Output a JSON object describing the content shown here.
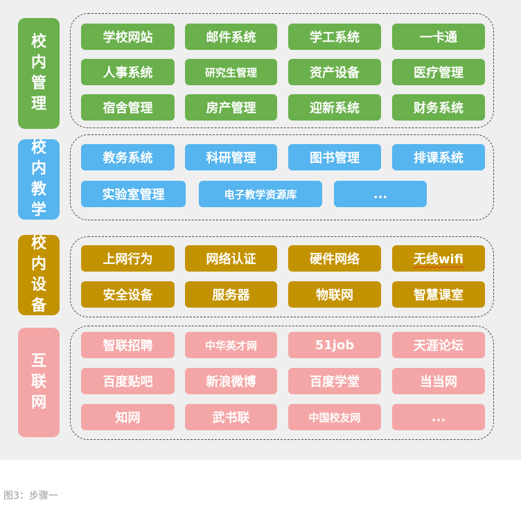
{
  "colors": {
    "management": "#6ab04c",
    "teaching": "#56b4ee",
    "equipment": "#c39200",
    "internet": "#f4a6a6"
  },
  "sections": [
    {
      "id": "management",
      "label": [
        "校",
        "内",
        "管",
        "理"
      ],
      "rows": [
        [
          "学校网站",
          "邮件系统",
          "学工系统",
          "一卡通"
        ],
        [
          "人事系统",
          "研究生管理",
          "资产设备",
          "医疗管理"
        ],
        [
          "宿舍管理",
          "房产管理",
          "迎新系统",
          "财务系统"
        ]
      ]
    },
    {
      "id": "teaching",
      "label": [
        "校",
        "内",
        "教",
        "学"
      ],
      "rows": [
        [
          "教务系统",
          "科研管理",
          "图书管理",
          "排课系统"
        ],
        [
          "实验室管理",
          "电子教学资源库",
          "..."
        ]
      ]
    },
    {
      "id": "equipment",
      "label": [
        "校",
        "内",
        "设",
        "备"
      ],
      "rows": [
        [
          "上网行为",
          "网络认证",
          "硬件网络",
          "无线wifi"
        ],
        [
          "安全设备",
          "服务器",
          "物联网",
          "智慧课室"
        ]
      ]
    },
    {
      "id": "internet",
      "label": [
        "互",
        "联",
        "网"
      ],
      "rows": [
        [
          "智联招聘",
          "中华英才网",
          "51job",
          "天涯论坛"
        ],
        [
          "百度贴吧",
          "新浪微博",
          "百度学堂",
          "当当网"
        ],
        [
          "知网",
          "武书联",
          "中国校友网",
          "..."
        ]
      ]
    }
  ],
  "caption": "图3：步骤一"
}
